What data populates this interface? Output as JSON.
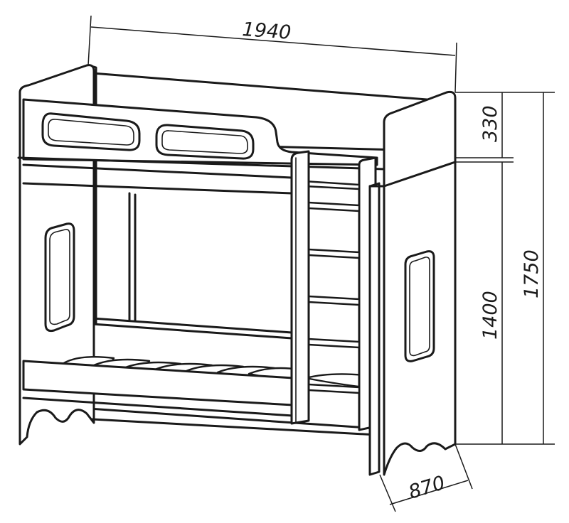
{
  "dimensions": {
    "width": "1940",
    "depth": "870",
    "total_height": "1750",
    "lower_height": "1400",
    "upper_rail": "330"
  }
}
